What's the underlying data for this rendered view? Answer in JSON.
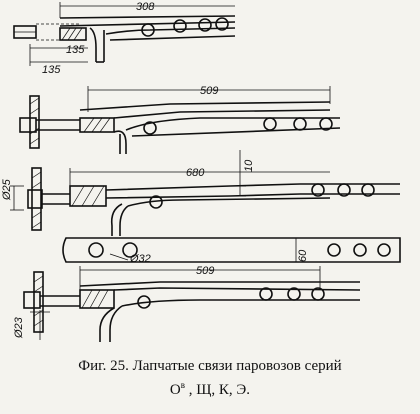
{
  "dimensions": {
    "d308": "308",
    "d135a": "135",
    "d135b": "135",
    "d509a": "509",
    "d25": "Ø25",
    "d680": "680",
    "d10": "10",
    "d32": "Ø32",
    "d60": "60",
    "d509b": "509",
    "d23": "Ø23"
  },
  "caption": {
    "line1": "Фиг. 25. Лапчатые связи паровозов серий",
    "line2_o": "О",
    "line2_sup": "в",
    "line2_rest": " , Щ, К, Э."
  }
}
